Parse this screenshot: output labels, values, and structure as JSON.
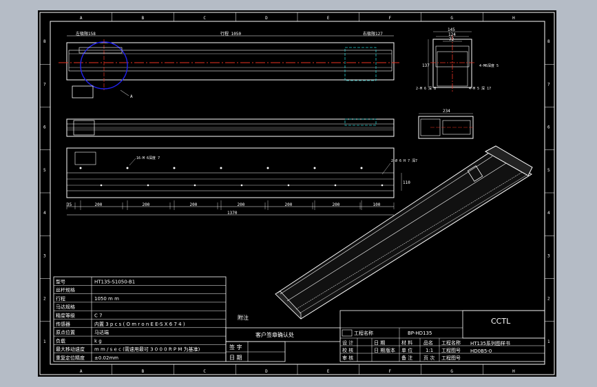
{
  "border": {
    "cols": [
      "A",
      "B",
      "C",
      "D",
      "E",
      "F",
      "G",
      "H"
    ],
    "rows": [
      "8",
      "7",
      "6",
      "5",
      "4",
      "3",
      "2",
      "1"
    ]
  },
  "top_view": {
    "left_label": "左极限158",
    "stroke_label": "行程 1050",
    "right_label": "右极限127",
    "detail_mark": "A"
  },
  "front_view": {
    "hole_note_left": "16-M 6深度 7",
    "hole_note_right": "2-Ø 6 H 7 深7",
    "height_dim": "110",
    "segments": [
      "35",
      "200",
      "200",
      "200",
      "200",
      "200",
      "200",
      "100"
    ],
    "total_length": "1370"
  },
  "end_view": {
    "top_dim": "145",
    "mid_dim": "124",
    "inner_dim": "72",
    "height_dim": "137",
    "side_note": "4-M6深度 5",
    "note_bottom_left": "2-M 6 深 8",
    "note_bottom_right": "4-M 5 深 17"
  },
  "section_view": {
    "width_dim": "234"
  },
  "spec_table": {
    "rows": [
      {
        "label": "型号",
        "value": "HT135-S1050-B1"
      },
      {
        "label": "丝杆规格",
        "value": ""
      },
      {
        "label": "行程",
        "value": "1050 m m"
      },
      {
        "label": "马达规格",
        "value": ""
      },
      {
        "label": "精度等级",
        "value": "C 7"
      },
      {
        "label": "传感器",
        "value": "内置 3 p c s   ( O m r o n  E E-S X 6 7 4 )"
      },
      {
        "label": "原点位置",
        "value": "马达端"
      },
      {
        "label": "负载",
        "value": "k g"
      },
      {
        "label": "最大移动速度",
        "value": "m m / s e c   (需速用最可 3 0 0 0 R P M 为基准)"
      },
      {
        "label": "重复定位精度",
        "value": "±0.02mm"
      }
    ]
  },
  "confirm_box": {
    "remark": "附注",
    "title": "客户签章确认处",
    "sign_label": "签 字",
    "date_label": "日 期"
  },
  "title_block": {
    "company": "CCTL",
    "project_label": "工程名称",
    "drawing_no": "BP-HD135",
    "product_name": "HT135系列图样书",
    "product_no": "HD0B5-0",
    "design_label": "设 计",
    "check_label": "校 核",
    "approve_label": "审 核",
    "date_label": "日 期",
    "material_label": "材 料",
    "unit_label": "单 位",
    "name_label": "品名",
    "proj_no_label": "工程图号",
    "version_label": "版本",
    "scale_value": "1:1",
    "sheet_label": "页 次",
    "note_label": "备 注"
  }
}
